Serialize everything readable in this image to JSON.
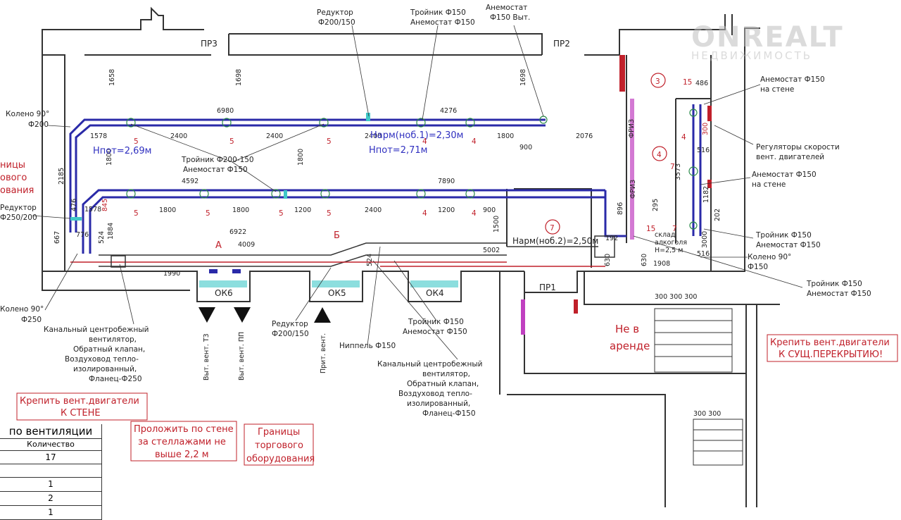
{
  "doors": [
    "ПР3",
    "ПР2",
    "ПР1"
  ],
  "windows": [
    "ОК6",
    "ОК5",
    "ОК4"
  ],
  "room_numbers": [
    "3",
    "4",
    "7"
  ],
  "dimensions": {
    "top_left": "1658",
    "top_mid": "1698",
    "top_right": "1698",
    "run1_total": "6980",
    "run1_right": "4276",
    "r1_a": "1578",
    "r1_b": "2400",
    "r1_c": "2400",
    "r1_d": "2400",
    "r1_e": "1800",
    "r1_f": "2076",
    "d900": "900",
    "v1800a": "1800",
    "v1800b": "1800",
    "run2_a": "4592",
    "run2_total": "7890",
    "r2_a": "1578",
    "r2_b": "1800",
    "r2_c": "1800",
    "r2_d": "1200",
    "r2_e": "2400",
    "r2_f": "1200",
    "r2_g": "900",
    "d2185": "2185",
    "d476": "476",
    "d776": "776",
    "d845": "845",
    "d524": "524",
    "d1884": "1884",
    "d667": "667",
    "d6922": "6922",
    "d4009": "4009",
    "d1990": "1990",
    "d5002": "5002",
    "d1500": "1500",
    "d896": "896",
    "d295": "295",
    "d192": "192",
    "d630a": "630",
    "d630b": "630",
    "d1908": "1908",
    "d15a": "15",
    "d486": "486",
    "d516a": "516",
    "d3573": "3573",
    "d1182": "1182",
    "d202": "202",
    "d516b": "516",
    "d300": "300",
    "d3000": "3000",
    "d15b": "15",
    "d524b": "524",
    "stair_a": "300  300  300",
    "stair_b": "300  300"
  },
  "flow_marks": [
    "5",
    "5",
    "5",
    "4",
    "4",
    "5",
    "5",
    "5",
    "5",
    "4",
    "4",
    "7",
    "7",
    "4"
  ],
  "heights": {
    "h1": "Нпот=2,69м",
    "h2": "Нпот=2,71м",
    "h3": "Нарм(ноб.1)=2,30м",
    "h4": "Нарм(ноб.2)=2,50м",
    "h5": "склад\nалкоголя\nН=2,5 м"
  },
  "section_marks": [
    "А",
    "Б"
  ],
  "labels": {
    "reducer_top": [
      "Редуктор",
      "Ф200/150"
    ],
    "tee_top": [
      "Тройник Ф150",
      "Анемостат Ф150"
    ],
    "anemo_top": [
      "Анемостат",
      "Ф150 Выт."
    ],
    "elbow_tl": [
      "Колено 90°",
      "Ф200"
    ],
    "tee_mid": [
      "Тройник Ф200-150",
      "Анемостат Ф150"
    ],
    "reducer_left": [
      "Редуктор",
      "Ф250/200"
    ],
    "elbow_bl": [
      "Колено 90°",
      "Ф250"
    ],
    "fan_left": [
      "Канальный центробежный",
      "вентилятор,",
      "Обратный клапан,",
      "Воздуховод тепло-",
      "изолированный,",
      "Фланец-Ф250"
    ],
    "fan_mid": [
      "Канальный центробежный",
      "вентилятор,",
      "Обратный клапан,",
      "Воздуховод тепло-",
      "изолированный,",
      "Фланец-Ф150"
    ],
    "reducer_bot": [
      "Редуктор",
      "Ф200/150"
    ],
    "nipple": "Ниппель Ф150",
    "tee_bot": [
      "Тройник Ф150",
      "Анемостат Ф150"
    ],
    "anemo_wall1": [
      "Анемостат Ф150",
      "на стене"
    ],
    "regulators": [
      "Регуляторы скорости",
      "вент. двигателей"
    ],
    "anemo_wall2": [
      "Анемостат Ф150",
      "на стене"
    ],
    "tee_right1": [
      "Тройник Ф150",
      "Анемостат Ф150"
    ],
    "elbow_right": [
      "Колено 90°",
      "Ф150"
    ],
    "tee_right2": [
      "Тройник Ф150",
      "Анемостат Ф150"
    ],
    "friz1": "ФРИЗ",
    "friz2": "ФРИЗ",
    "vent_t3": "Выт. вент. Т3",
    "vent_pp": "Выт. вент. ПП",
    "vent_pr": "Прит. вент.",
    "not_rented": [
      "Не в",
      "аренде"
    ],
    "left_cut": [
      "ницы",
      "ового",
      "ования"
    ]
  },
  "red_notes": {
    "mount_wall": [
      "Крепить вент.двигатели",
      "К СТЕНЕ"
    ],
    "lay_wall": [
      "Проложить по стене",
      "за стеллажами не",
      "выше 2,2 м"
    ],
    "bounds": [
      "Границы",
      "торгового",
      "оборудования"
    ],
    "mount_ceiling": [
      "Крепить вент.двигатели",
      "К СУЩ.ПЕРЕКРЫТИЮ!"
    ]
  },
  "table": {
    "title": "по вентиляции",
    "header": "Количество",
    "rows": [
      "17",
      "",
      "1",
      "2",
      "1"
    ]
  },
  "watermark": {
    "brand": "ONREALT",
    "tagline": "НЕДВИЖИМОСТЬ"
  },
  "colors": {
    "duct_blue": "#2a2aa8",
    "note_red": "#c0202a",
    "wall": "#333333",
    "cyan": "#40c8c8",
    "magenta": "#c040c0"
  }
}
